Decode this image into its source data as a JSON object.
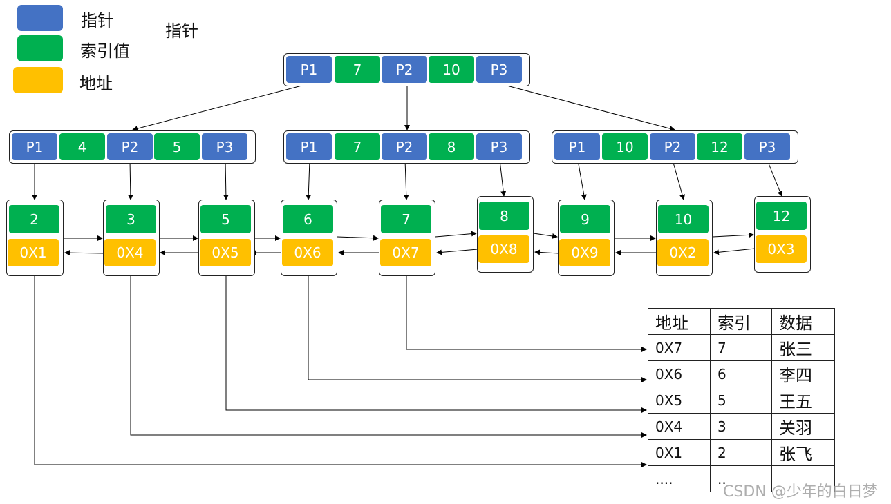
{
  "legend": {
    "items": [
      {
        "label": "指针",
        "color": "#4472C4"
      },
      {
        "label": "索引值",
        "color": "#00B050"
      },
      {
        "label": "地址",
        "color": "#FFC000"
      }
    ],
    "side_label": "指针"
  },
  "root": [
    "P1",
    "7",
    "P2",
    "10",
    "P3"
  ],
  "internal": [
    [
      "P1",
      "4",
      "P2",
      "5",
      "P3"
    ],
    [
      "P1",
      "7",
      "P2",
      "8",
      "P3"
    ],
    [
      "P1",
      "10",
      "P2",
      "12",
      "P3"
    ]
  ],
  "leaves": [
    {
      "value": "2",
      "address": "0X1"
    },
    {
      "value": "3",
      "address": "0X4"
    },
    {
      "value": "5",
      "address": "0X5"
    },
    {
      "value": "6",
      "address": "0X6"
    },
    {
      "value": "7",
      "address": "0X7"
    },
    {
      "value": "8",
      "address": "0X8"
    },
    {
      "value": "9",
      "address": "0X9"
    },
    {
      "value": "10",
      "address": "0X2"
    },
    {
      "value": "12",
      "address": "0X3"
    }
  ],
  "table": {
    "headers": [
      "地址",
      "索引",
      "数据"
    ],
    "rows": [
      [
        "0X7",
        "7",
        "张三"
      ],
      [
        "0X6",
        "6",
        "李四"
      ],
      [
        "0X5",
        "5",
        "王五"
      ],
      [
        "0X4",
        "3",
        "关羽"
      ],
      [
        "0X1",
        "2",
        "张飞"
      ],
      [
        "....",
        "..",
        ""
      ]
    ]
  },
  "watermark": "CSDN @少年的白日梦",
  "colors": {
    "pointer": "#4472C4",
    "index": "#00B050",
    "address": "#FFC000",
    "line": "#000000"
  }
}
